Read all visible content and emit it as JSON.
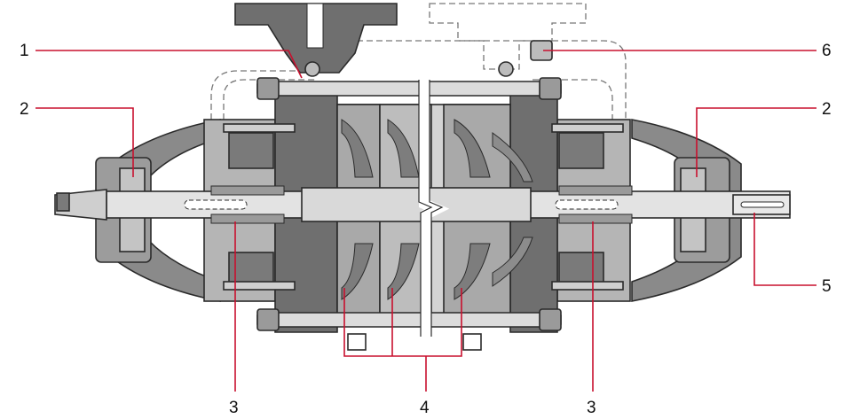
{
  "diagram": {
    "callouts": {
      "c1": "1",
      "c2_left": "2",
      "c2_right": "2",
      "c3_left": "3",
      "c3_right": "3",
      "c4": "4",
      "c5": "5",
      "c6": "6"
    },
    "colors": {
      "leader_line": "#c8102e",
      "casing_dark": "#6f6f6f",
      "casing_mid": "#a9a9a9",
      "casing_light": "#d4d4d4",
      "shaft": "#e3e3e3",
      "outline": "#2a2a2a",
      "phantom": "#777777"
    }
  }
}
